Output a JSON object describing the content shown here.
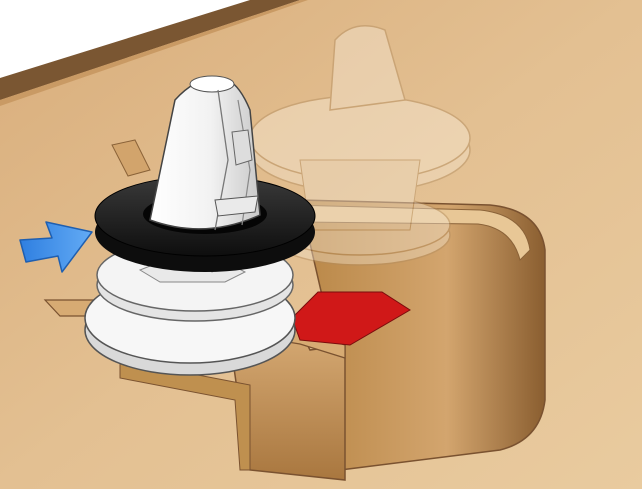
{
  "illustration": {
    "subject": "push-in-fastener-clip-assembly",
    "icons": {
      "arrow": "blue-arrow-icon",
      "clip": "white-fastener-clip",
      "ghost_clip": "translucent-fastener-clip",
      "seal": "black-rubber-seal-ring",
      "bracket": "tan-metal-bracket",
      "pad": "red-pad"
    },
    "colors": {
      "panel": "#e0b88c",
      "panel_edge": "#6b4a2a",
      "bracket": "#c89a63",
      "bracket_dark": "#8a6238",
      "clip": "#f4f4f4",
      "seal": "#1a1a1a",
      "red_pad": "#d01818",
      "arrow": "#3d8de8"
    }
  }
}
